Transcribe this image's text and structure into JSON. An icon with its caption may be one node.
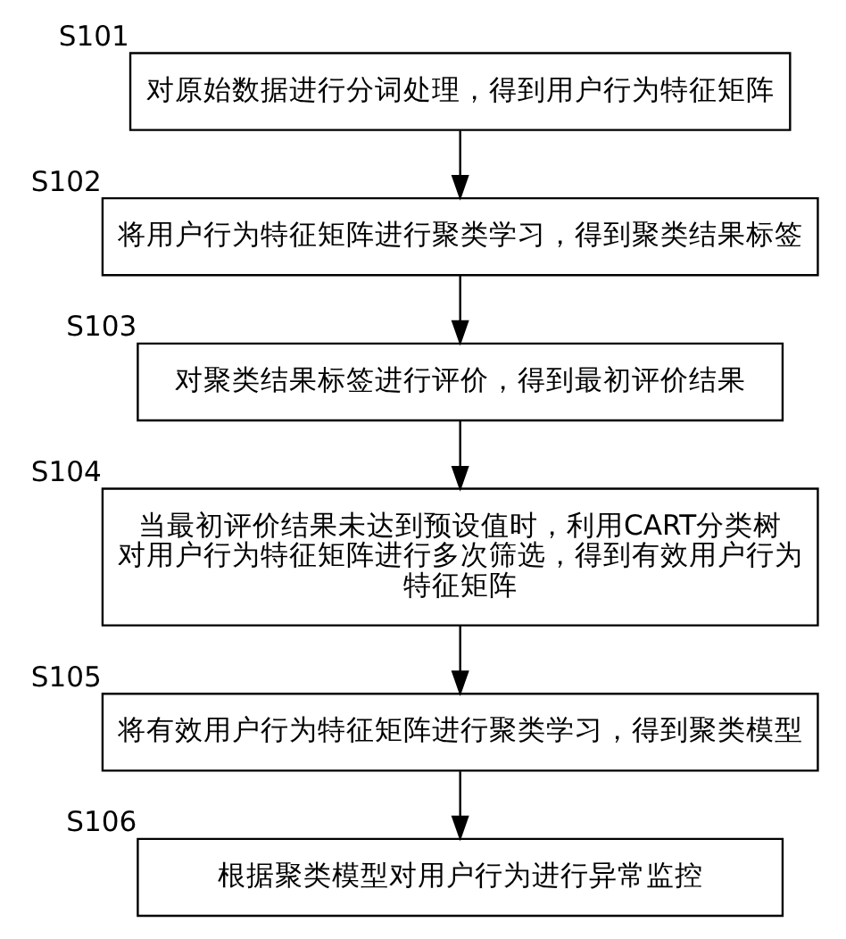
{
  "diagram": {
    "nodes": [
      {
        "text": [
          "对原始数据进行分词处理，得到用户行为特征矩阵"
        ],
        "beside": [
          "S101"
        ]
      },
      {
        "text": [
          "将用户行为特征矩阵进行聚类学习，得到聚类结果标签"
        ],
        "beside": [
          "S102"
        ]
      },
      {
        "text": [
          "对聚类结果标签进行评价，得到最初评价结果"
        ],
        "beside": [
          "S103"
        ]
      },
      {
        "text": [
          "当最初评价结果未达到预设值时，利用CART分类树对用户行为特征矩阵进行多次筛选，得到有效用户行为特征矩阵"
        ],
        "beside": [
          "S104"
        ]
      },
      {
        "text": [
          "将有效用户行为特征矩阵进行聚类学习，得到聚类模型"
        ],
        "beside": [
          "S105"
        ]
      },
      {
        "text": [
          "根据聚类模型对用户行为进行异常监控"
        ],
        "beside": [
          "S106"
        ]
      }
    ],
    "edges": [
      {
        "from": 0,
        "to": 1,
        "arrow": "to"
      },
      {
        "from": 1,
        "to": 2,
        "arrow": "to"
      },
      {
        "from": 2,
        "to": 3,
        "arrow": "to"
      },
      {
        "from": 3,
        "to": 4,
        "arrow": "to"
      },
      {
        "from": 4,
        "to": 5,
        "arrow": "to"
      }
    ]
  }
}
